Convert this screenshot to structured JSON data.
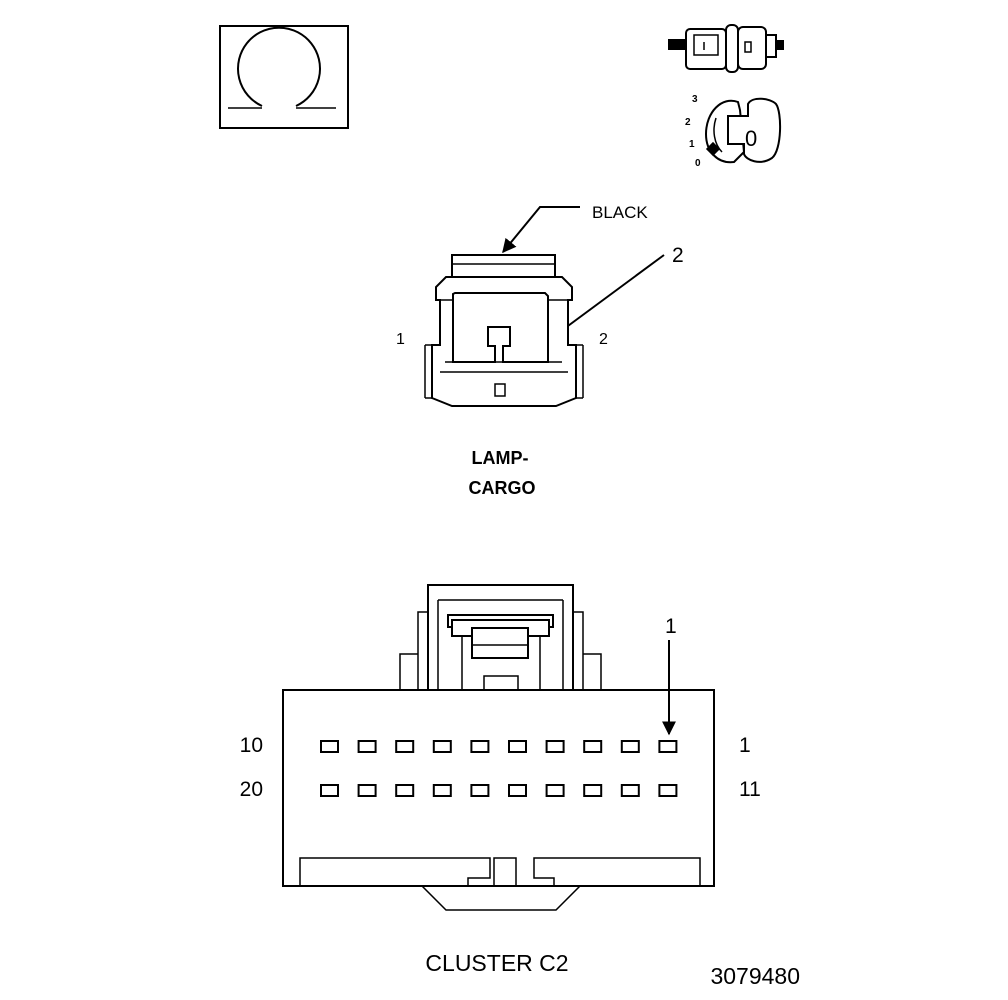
{
  "symbol_ohm": {
    "icon": "ohm-symbol-icon"
  },
  "icons": {
    "connector_tester": "connector-plug-icon",
    "ignition_key": "ignition-key-icon"
  },
  "ignition": {
    "positions": [
      "3",
      "2",
      "1",
      "0"
    ],
    "key_label": "0"
  },
  "lamp_connector": {
    "color_label": "BLACK",
    "callout": "2",
    "pin_left": "1",
    "pin_right": "2",
    "name_line1": "LAMP-",
    "name_line2": "CARGO"
  },
  "cluster_connector": {
    "callout": "1",
    "row1_left": "10",
    "row1_right": "1",
    "row2_left": "20",
    "row2_right": "11",
    "cavities_per_row": 10,
    "name": "CLUSTER C2"
  },
  "figure_id": "3079480"
}
